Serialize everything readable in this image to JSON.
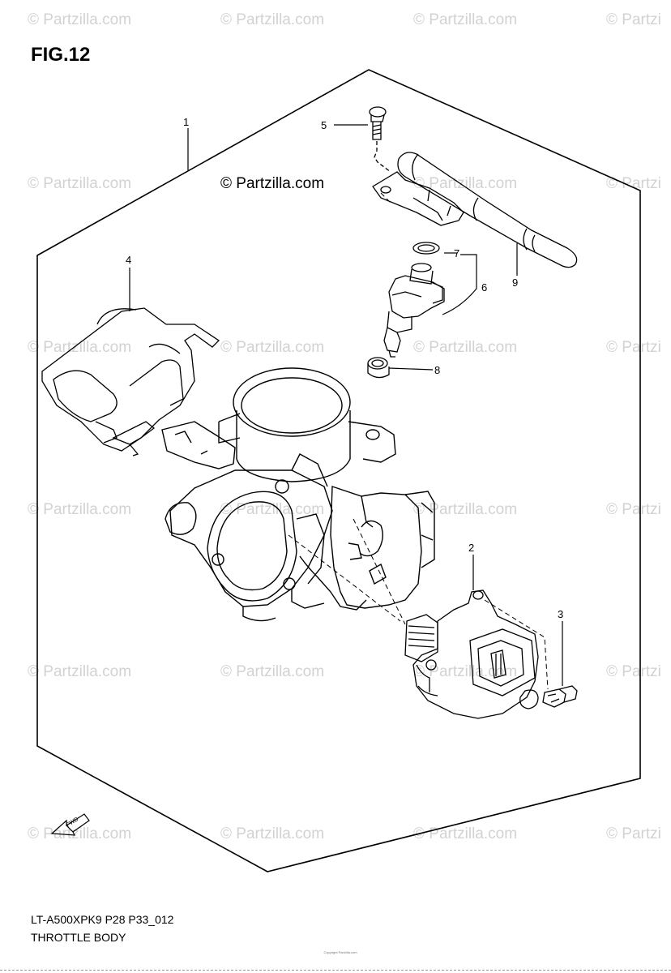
{
  "figure": {
    "number": "FIG.12",
    "copyright_center": "© Partzilla.com",
    "model_code": "LT-A500XPK9 P28 P33_012",
    "title": "THROTTLE BODY",
    "fwd_label": "FWD"
  },
  "watermark": {
    "text": "© Partzilla.com",
    "text_cut": "© Partzi"
  },
  "callouts": [
    {
      "number": "1",
      "part": "throttle-body-assembly"
    },
    {
      "number": "2",
      "part": "sensor"
    },
    {
      "number": "3",
      "part": "screw"
    },
    {
      "number": "4",
      "part": "bracket"
    },
    {
      "number": "5",
      "part": "screw"
    },
    {
      "number": "6",
      "part": "fuel-injector"
    },
    {
      "number": "7",
      "part": "o-ring"
    },
    {
      "number": "8",
      "part": "cushion"
    },
    {
      "number": "9",
      "part": "fuel-delivery-pipe"
    }
  ],
  "footer_tiny_text": "Copyright Partzilla.com"
}
